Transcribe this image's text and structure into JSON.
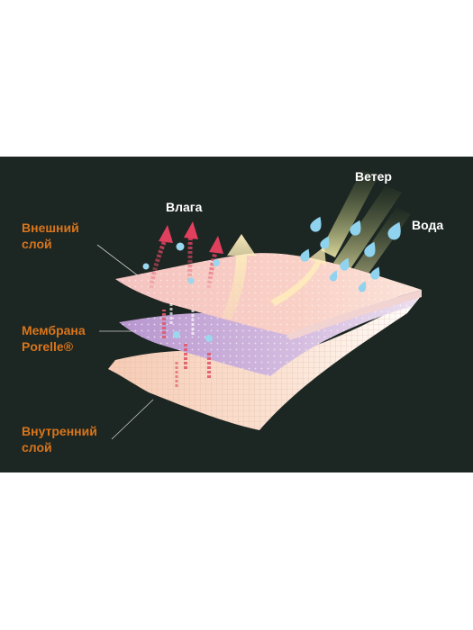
{
  "labels": {
    "outer_layer": [
      "Внешний",
      "слой"
    ],
    "membrane": [
      "Мембрана",
      "Porelle®"
    ],
    "inner_layer": [
      "Внутренний",
      "слой"
    ],
    "moisture": "Влага",
    "wind": "Ветер",
    "water": "Вода"
  },
  "colors": {
    "background": "#1c2622",
    "page": "#ffffff",
    "label_orange": "#d9751c",
    "label_white": "#ffffff",
    "outer_layer": "#f6c9c4",
    "membrane": "#c7a9d4",
    "inner_layer": "#f8d6c4",
    "wind": "#e8e6a4",
    "water_drop": "#8fd3ef",
    "moisture_arrow": "#e05a6c"
  },
  "icons": {
    "moisture_arrow": "curved-up-arrow-icon",
    "heat_arrow": "up-arrow-icon",
    "wind": "wind-stream-icon",
    "water": "water-drop-icon"
  }
}
